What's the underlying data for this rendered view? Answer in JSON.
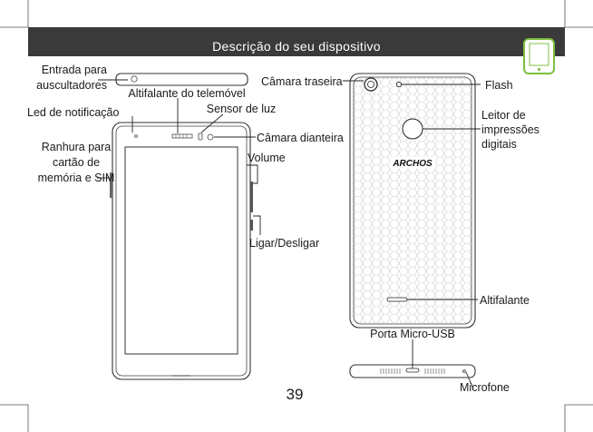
{
  "header": {
    "title": "Descrição do seu dispositivo",
    "bar_color": "#3a3a3a"
  },
  "labels": {
    "headphone_jack": [
      "Entrada para",
      "auscultadores"
    ],
    "earpiece": "Altifalante do telemóvel",
    "notification_led": "Led de notificação",
    "light_sensor": "Sensor de luz",
    "front_camera": "Câmara dianteira",
    "card_slot": [
      "Ranhura para",
      "cartão de",
      "memória e SIM"
    ],
    "volume": "Volume",
    "power": "Ligar/Desligar",
    "rear_camera": "Câmara traseira",
    "flash": "Flash",
    "fingerprint": [
      "Leitor de",
      "impressões",
      "digitais"
    ],
    "speaker": "Altifalante",
    "usb_port": "Porta Micro-USB",
    "microphone": "Microfone"
  },
  "brand_logo_text": "ARCHOS",
  "page_number": "39",
  "icons": {
    "tab": "phone-tab-icon",
    "accent": "#7fbf3f"
  }
}
